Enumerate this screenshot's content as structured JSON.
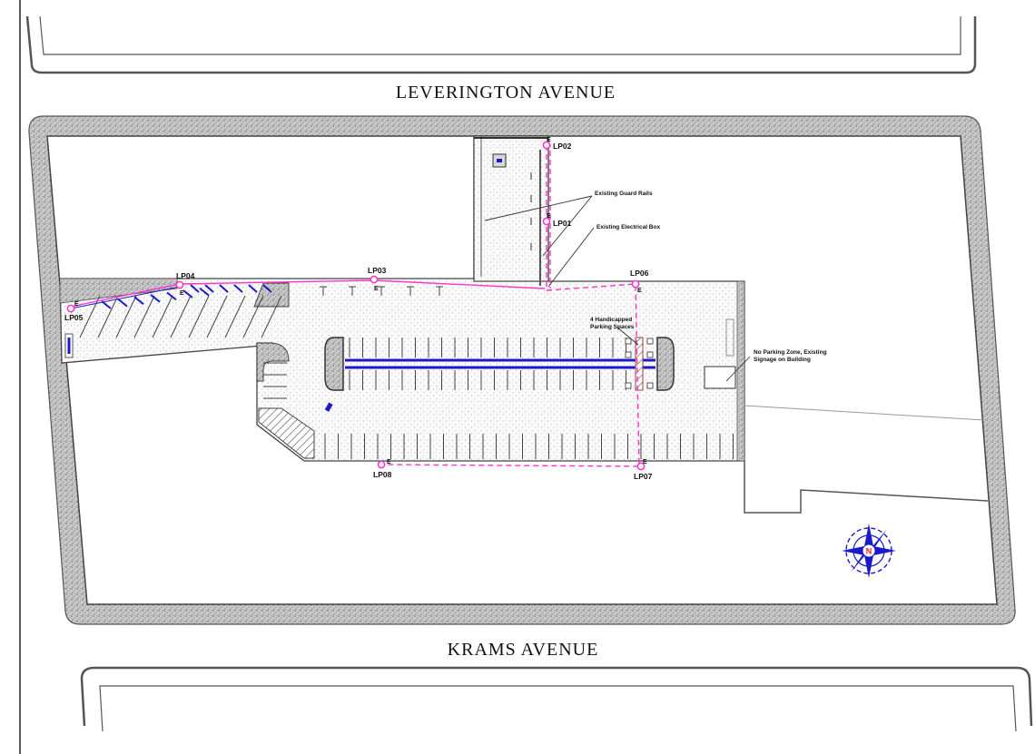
{
  "streets": {
    "north": "LEVERINGTON AVENUE",
    "south": "KRAMS AVENUE"
  },
  "light_poles": [
    {
      "id": "LP01",
      "flag": "E"
    },
    {
      "id": "LP02",
      "flag": "E"
    },
    {
      "id": "LP03",
      "flag": "E"
    },
    {
      "id": "LP04",
      "flag": "E"
    },
    {
      "id": "LP05",
      "flag": "E"
    },
    {
      "id": "LP06",
      "flag": "E"
    },
    {
      "id": "LP07",
      "flag": "E"
    },
    {
      "id": "LP08",
      "flag": "E"
    }
  ],
  "annotations": {
    "guard_rails": "Existing Guard Rails",
    "electrical_box": "Existing Electrical Box",
    "handicapped": [
      "4 Handicapped",
      "Parking Spaces"
    ],
    "no_parking": [
      "No Parking Zone, Existing",
      "Signage on Building"
    ]
  },
  "north_arrow": {
    "label": "N"
  },
  "colors": {
    "circuit": "#ff33cc",
    "striping": "#1a1acc",
    "line": "#333333",
    "hatch": "#9a9a9a"
  }
}
